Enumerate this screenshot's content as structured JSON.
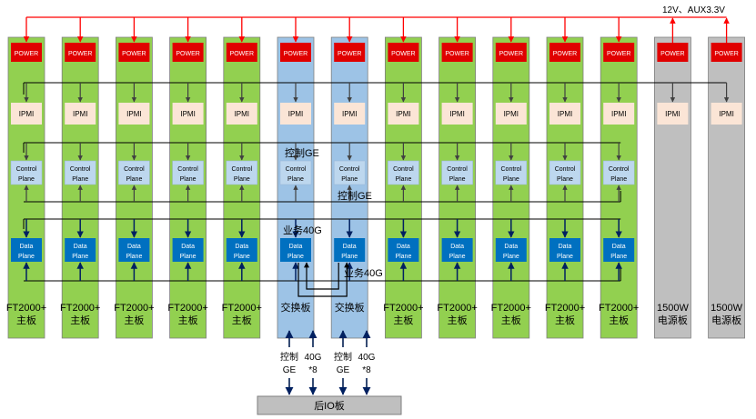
{
  "power_bus_label": "12V、AUX3.3V",
  "colors": {
    "cpu_board": "#92d050",
    "switch_board": "#9dc3e6",
    "psu_board": "#bfbfbf",
    "power_block": "#e00000",
    "ipmi_block": "#fbe5d6",
    "control_block": "#bdd7ee",
    "data_block": "#0070c0",
    "power_line": "#ff0000",
    "bus_line": "#000000",
    "arrow": "#404040",
    "io_board": "#bfbfbf"
  },
  "blocks": {
    "power": "POWER",
    "ipmi": "IPMI",
    "control_line1": "Control",
    "control_line2": "Plane",
    "data_line1": "Data",
    "data_line2": "Plane"
  },
  "boards": [
    {
      "type": "cpu",
      "label_line1": "FT2000+",
      "label_line2": "主板"
    },
    {
      "type": "cpu",
      "label_line1": "FT2000+",
      "label_line2": "主板"
    },
    {
      "type": "cpu",
      "label_line1": "FT2000+",
      "label_line2": "主板"
    },
    {
      "type": "cpu",
      "label_line1": "FT2000+",
      "label_line2": "主板"
    },
    {
      "type": "cpu",
      "label_line1": "FT2000+",
      "label_line2": "主板"
    },
    {
      "type": "switch",
      "label_line1": "交换板",
      "label_line2": ""
    },
    {
      "type": "switch",
      "label_line1": "交换板",
      "label_line2": ""
    },
    {
      "type": "cpu",
      "label_line1": "FT2000+",
      "label_line2": "主板"
    },
    {
      "type": "cpu",
      "label_line1": "FT2000+",
      "label_line2": "主板"
    },
    {
      "type": "cpu",
      "label_line1": "FT2000+",
      "label_line2": "主板"
    },
    {
      "type": "cpu",
      "label_line1": "FT2000+",
      "label_line2": "主板"
    },
    {
      "type": "cpu",
      "label_line1": "FT2000+",
      "label_line2": "主板"
    },
    {
      "type": "psu",
      "label_line1": "1500W",
      "label_line2": "电源板"
    },
    {
      "type": "psu",
      "label_line1": "1500W",
      "label_line2": "电源板"
    }
  ],
  "bus_labels": {
    "ctrl_ge_1": "控制GE",
    "ctrl_ge_2": "控制GE",
    "biz_40g_1": "业务40G",
    "biz_40g_2": "业务40G"
  },
  "io_links": [
    {
      "line1": "控制",
      "line2": "GE"
    },
    {
      "line1": "40G",
      "line2": "*8"
    },
    {
      "line1": "控制",
      "line2": "GE"
    },
    {
      "line1": "40G",
      "line2": "*8"
    }
  ],
  "io_board_label": "后IO板"
}
